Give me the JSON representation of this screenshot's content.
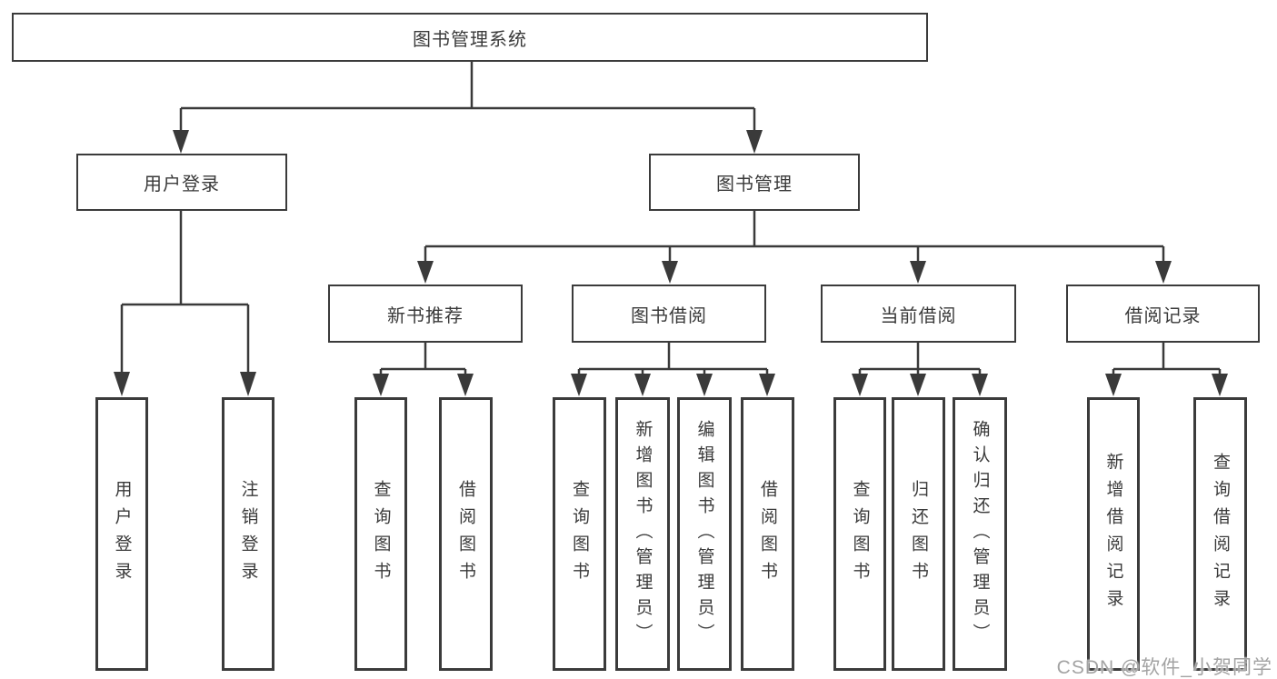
{
  "diagram": {
    "root": "图书管理系统",
    "branches": {
      "user_login": {
        "label": "用户登录",
        "children": [
          "用户登录",
          "注销登录"
        ]
      },
      "book_management": {
        "label": "图书管理",
        "sections": [
          {
            "label": "新书推荐",
            "children": [
              "查询图书",
              "借阅图书"
            ]
          },
          {
            "label": "图书借阅",
            "children": [
              "查询图书",
              "新增图书（管理员）",
              "编辑图书（管理员）",
              "借阅图书"
            ]
          },
          {
            "label": "当前借阅",
            "children": [
              "查询图书",
              "归还图书",
              "确认归还（管理员）"
            ]
          },
          {
            "label": "借阅记录",
            "children": [
              "新增借阅记录",
              "查询借阅记录"
            ]
          }
        ]
      }
    },
    "watermark": "CSDN @软件_小贺同学",
    "colors": {
      "line": "#3a3a3a",
      "text": "#3a3a3a",
      "box_background": "#ffffff",
      "watermark": "#a3a3a3"
    }
  }
}
